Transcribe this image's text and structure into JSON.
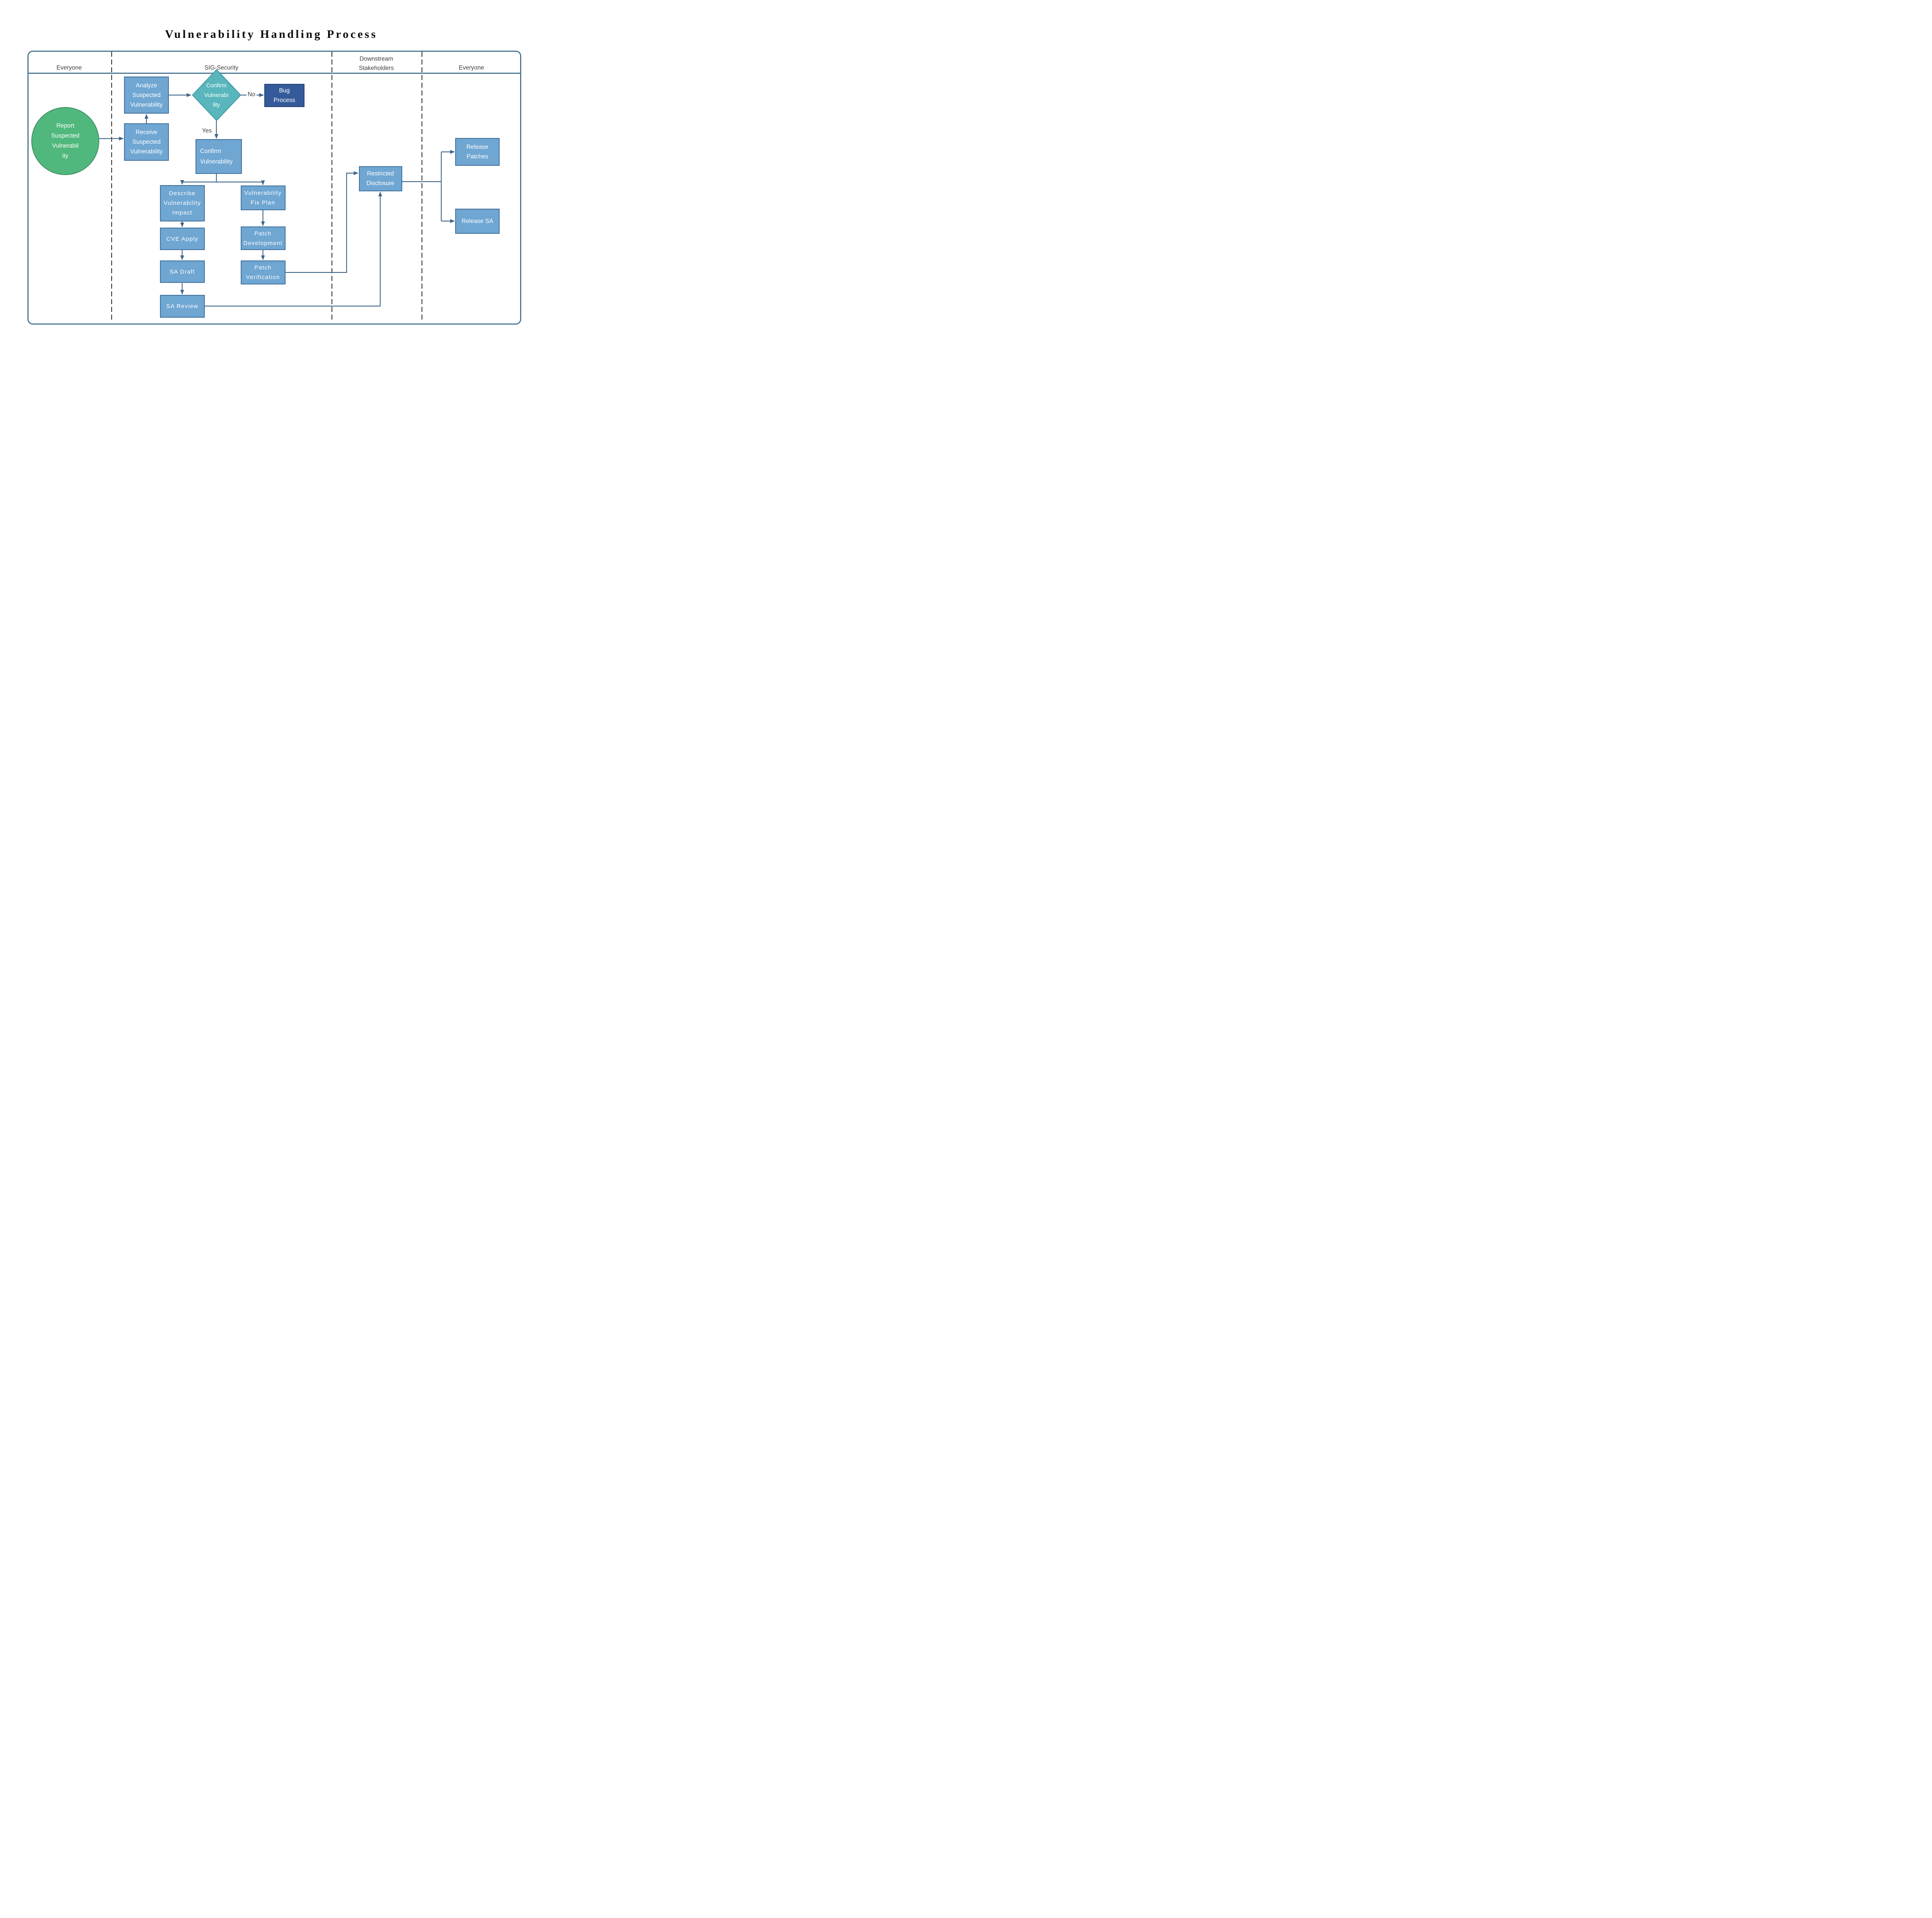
{
  "title": "Vulnerability Handling Process",
  "lanes": [
    {
      "label": "Everyone"
    },
    {
      "label": "SIG-Security"
    },
    {
      "label": "Downstream\nStakeholders"
    },
    {
      "label": "Everyone"
    }
  ],
  "nodes": {
    "report": {
      "label": "Report\nSuspected\nVulnerabil\nity",
      "shape": "circle"
    },
    "receive": {
      "label": "Receive\nSuspected\nVulnerability",
      "shape": "process"
    },
    "analyze": {
      "label": "Analyze\nSuspected\nVulnerability",
      "shape": "process"
    },
    "confirm_decision": {
      "label": "Confirm\nVulnerabi\nlity",
      "shape": "diamond"
    },
    "bug_process": {
      "label": "Bug\nProcess",
      "shape": "terminal"
    },
    "confirm": {
      "label": "Confirm\nVulnerability",
      "shape": "process"
    },
    "describe_impact": {
      "label": "Describe\nVulnerability\nImpact",
      "shape": "process"
    },
    "cve_apply": {
      "label": "CVE Apply",
      "shape": "process"
    },
    "sa_draft": {
      "label": "SA Draft",
      "shape": "process"
    },
    "sa_review": {
      "label": "SA Review",
      "shape": "process"
    },
    "fix_plan": {
      "label": "Vulnerability\nFix Plan",
      "shape": "process"
    },
    "patch_dev": {
      "label": "Patch\nDevelopment",
      "shape": "process"
    },
    "patch_verify": {
      "label": "Patch\nVerification",
      "shape": "process"
    },
    "restricted": {
      "label": "Restricted\nDisclosure",
      "shape": "process"
    },
    "release_patches": {
      "label": "Release\nPatches",
      "shape": "process"
    },
    "release_sa": {
      "label": "Release SA",
      "shape": "process"
    }
  },
  "edge_labels": {
    "no": "No",
    "yes": "Yes"
  },
  "colors": {
    "frame": "#4A7794",
    "divider": "#1F1F1F",
    "connector": "#3F6587",
    "process_fill": "#6FA6D2",
    "process_border": "#3F6E99",
    "decision_fill": "#58B6BC",
    "decision_border": "#3D989E",
    "start_fill": "#50B87C",
    "start_border": "#3E8E63",
    "terminal_fill": "#355A9B",
    "terminal_border": "#24406F",
    "label_text": "#3F3F3F",
    "node_text": "#FFFFFF",
    "title_text": "#0D0D0D"
  }
}
